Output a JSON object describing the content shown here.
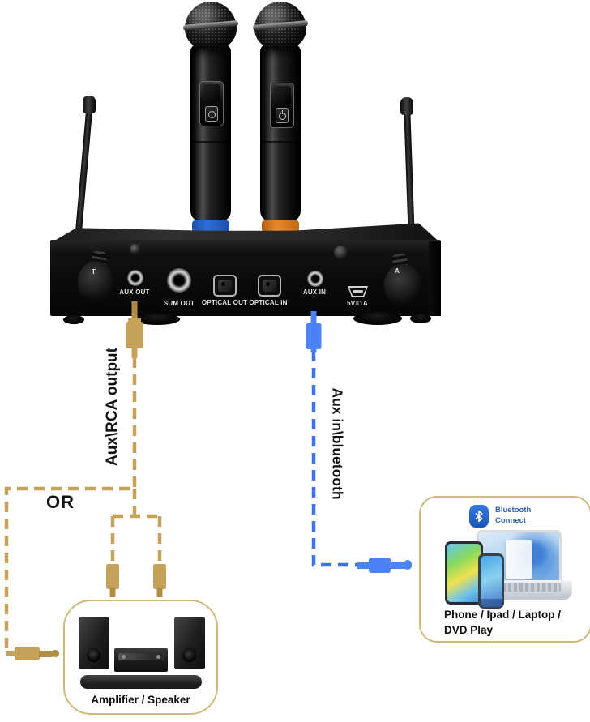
{
  "colors": {
    "aux_cable": "#C6A159",
    "bluetooth_cable": "#3D72E8",
    "box_border": "#CDB97E",
    "bluetooth_text": "#2B5FB0",
    "mic_ring_left": "#2E6FD8",
    "mic_ring_right": "#E8872A"
  },
  "receiver": {
    "antenna_left_label": "T",
    "antenna_right_label": "A",
    "ports": [
      {
        "label": "AUX OUT"
      },
      {
        "label": "SUM OUT"
      },
      {
        "label": "OPTICAL OUT"
      },
      {
        "label": "OPTICAL IN"
      },
      {
        "label": "AUX IN"
      },
      {
        "label": "5V=1A"
      }
    ]
  },
  "annotations": {
    "aux_output": "Aux\\RCA output",
    "or": "OR",
    "aux_input": "Aux in\\bluetooth"
  },
  "amplifier_box": {
    "caption": "Amplifier / Speaker"
  },
  "bluetooth_box": {
    "badge_line1": "Bluetooth",
    "badge_line2": "Connect",
    "caption_line1": "Phone / Ipad / Laptop /",
    "caption_line2": "DVD Play"
  },
  "icons": {
    "bluetooth": "bluetooth-icon",
    "mic_power": "power-icon"
  }
}
